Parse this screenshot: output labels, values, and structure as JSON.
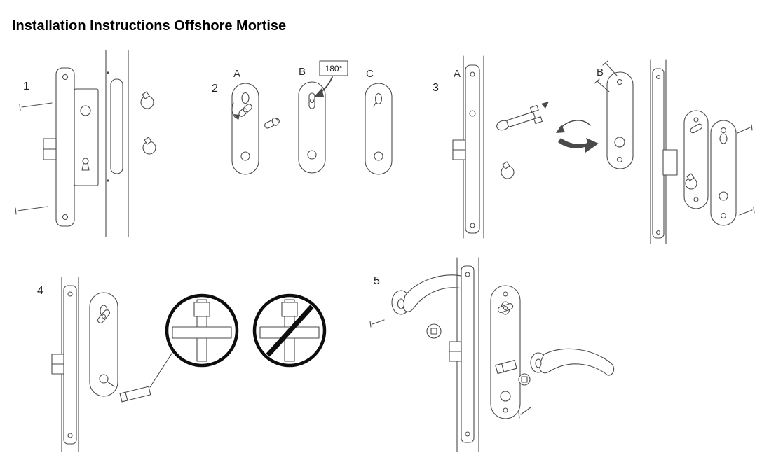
{
  "page": {
    "title": "Installation Instructions Offshore Mortise"
  },
  "steps": {
    "s1": {
      "number": "1"
    },
    "s2": {
      "number": "2",
      "label_a": "A",
      "label_b": "B",
      "label_c": "C",
      "callout_180": "180°"
    },
    "s3": {
      "number": "3",
      "label_a": "A",
      "label_b": "B"
    },
    "s4": {
      "number": "4"
    },
    "s5": {
      "number": "5"
    }
  }
}
